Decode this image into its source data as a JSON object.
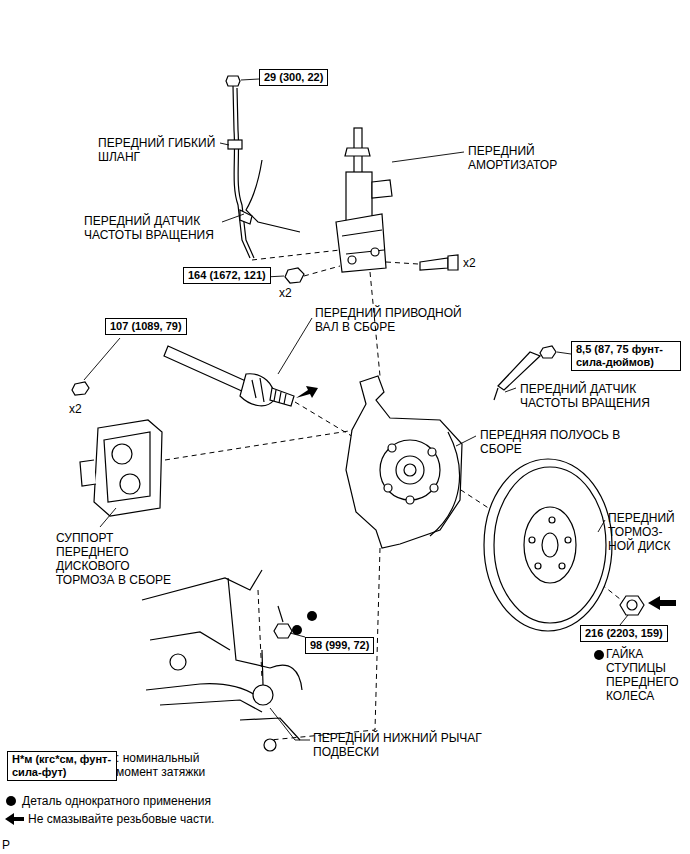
{
  "diagram": {
    "nodes": [
      {
        "text": [
          "29 (300, 22)"
        ]
      },
      {
        "text": [
          "164 (1672, 121)"
        ]
      },
      {
        "text": [
          "107 (1089, 79)"
        ]
      },
      {
        "text": [
          "8,5 (87, 75 фунт-сила-дюймов)"
        ]
      },
      {
        "text": [
          "98 (999, 72)"
        ]
      },
      {
        "text": [
          "216 (2203, 159)"
        ]
      },
      {
        "text": [
          "Н*м (кгс*см, фунт-сила-фут)"
        ]
      }
    ],
    "labels": [
      "ПЕРЕДНИЙ ГИБКИЙ ШЛАНГ",
      "ПЕРЕДНИЙ АМОРТИЗАТОР",
      "ПЕРЕДНИЙ ДАТЧИК ЧАСТОТЫ ВРАЩЕНИЯ",
      "x2",
      "x2",
      "ПЕРЕДНИЙ ПРИВОДНОЙ ВАЛ В СБОРЕ",
      "x2",
      "ПЕРЕДНИЙ ДАТЧИК ЧАСТОТЫ ВРАЩЕНИЯ",
      "ПЕРЕДНЯЯ ПОЛУОСЬ В СБОРЕ",
      "СУППОРТ ПЕРЕДНЕГО ДИСКОВОГО ТОРМОЗА В СБОРЕ",
      "ПЕРЕДНИЙ ТОРМОЗ- НОЙ ДИСК",
      "ГАЙКА СТУПИЦЫ ПЕРЕДНЕГО КОЛЕСА",
      "ПЕРЕДНИЙ НИЖНИЙ РЫЧАГ ПОДВЕСКИ",
      "P"
    ],
    "legend": [
      {
        "text": ": номинальный момент затяжки"
      },
      {
        "text": "Деталь однократного применения"
      },
      {
        "text": "Не смазывайте резьбовые части."
      }
    ]
  }
}
